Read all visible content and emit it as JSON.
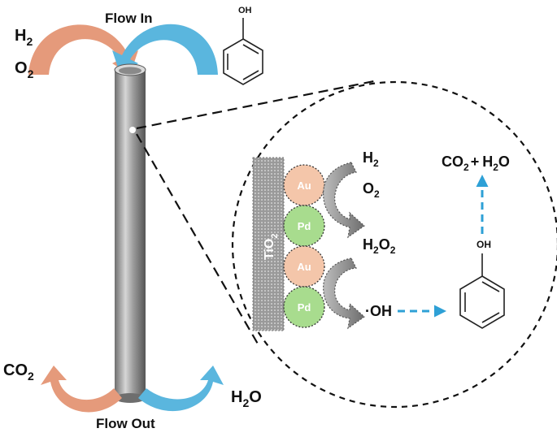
{
  "reactor": {
    "flow_in": "Flow In",
    "flow_out": "Flow Out",
    "inputs": [
      {
        "base": "H",
        "sub": "2"
      },
      {
        "base": "O",
        "sub": "2"
      }
    ],
    "outputs": [
      {
        "base": "CO",
        "sub": "2"
      },
      {
        "base": "H",
        "sub": "2",
        "tail": "O"
      }
    ]
  },
  "phenol_label": "OH",
  "detail": {
    "support": {
      "base": "TiO",
      "sub": "2"
    },
    "beads": [
      "Au",
      "Pd",
      "Au",
      "Pd"
    ],
    "reactants": [
      {
        "base": "H",
        "sub": "2"
      },
      {
        "base": "O",
        "sub": "2"
      }
    ],
    "intermediate": {
      "base": "H",
      "sub": "2",
      "tail": "O",
      "sub2": "2"
    },
    "radical": "·OH",
    "phenol_label": "OH",
    "products": {
      "p1_base": "CO",
      "p1_sub": "2",
      "plus": "+",
      "p2_base": "H",
      "p2_sub": "2",
      "p2_tail": "O"
    }
  },
  "colors": {
    "inflow_warm": "#e59a7b",
    "inflow_cool": "#5ab6de",
    "tube": "#9a9a9a",
    "au": "#f4c6aa",
    "pd": "#a8dc8e",
    "tio2": "#c9c9c9",
    "dashed_arrow": "#2ea0d6"
  }
}
